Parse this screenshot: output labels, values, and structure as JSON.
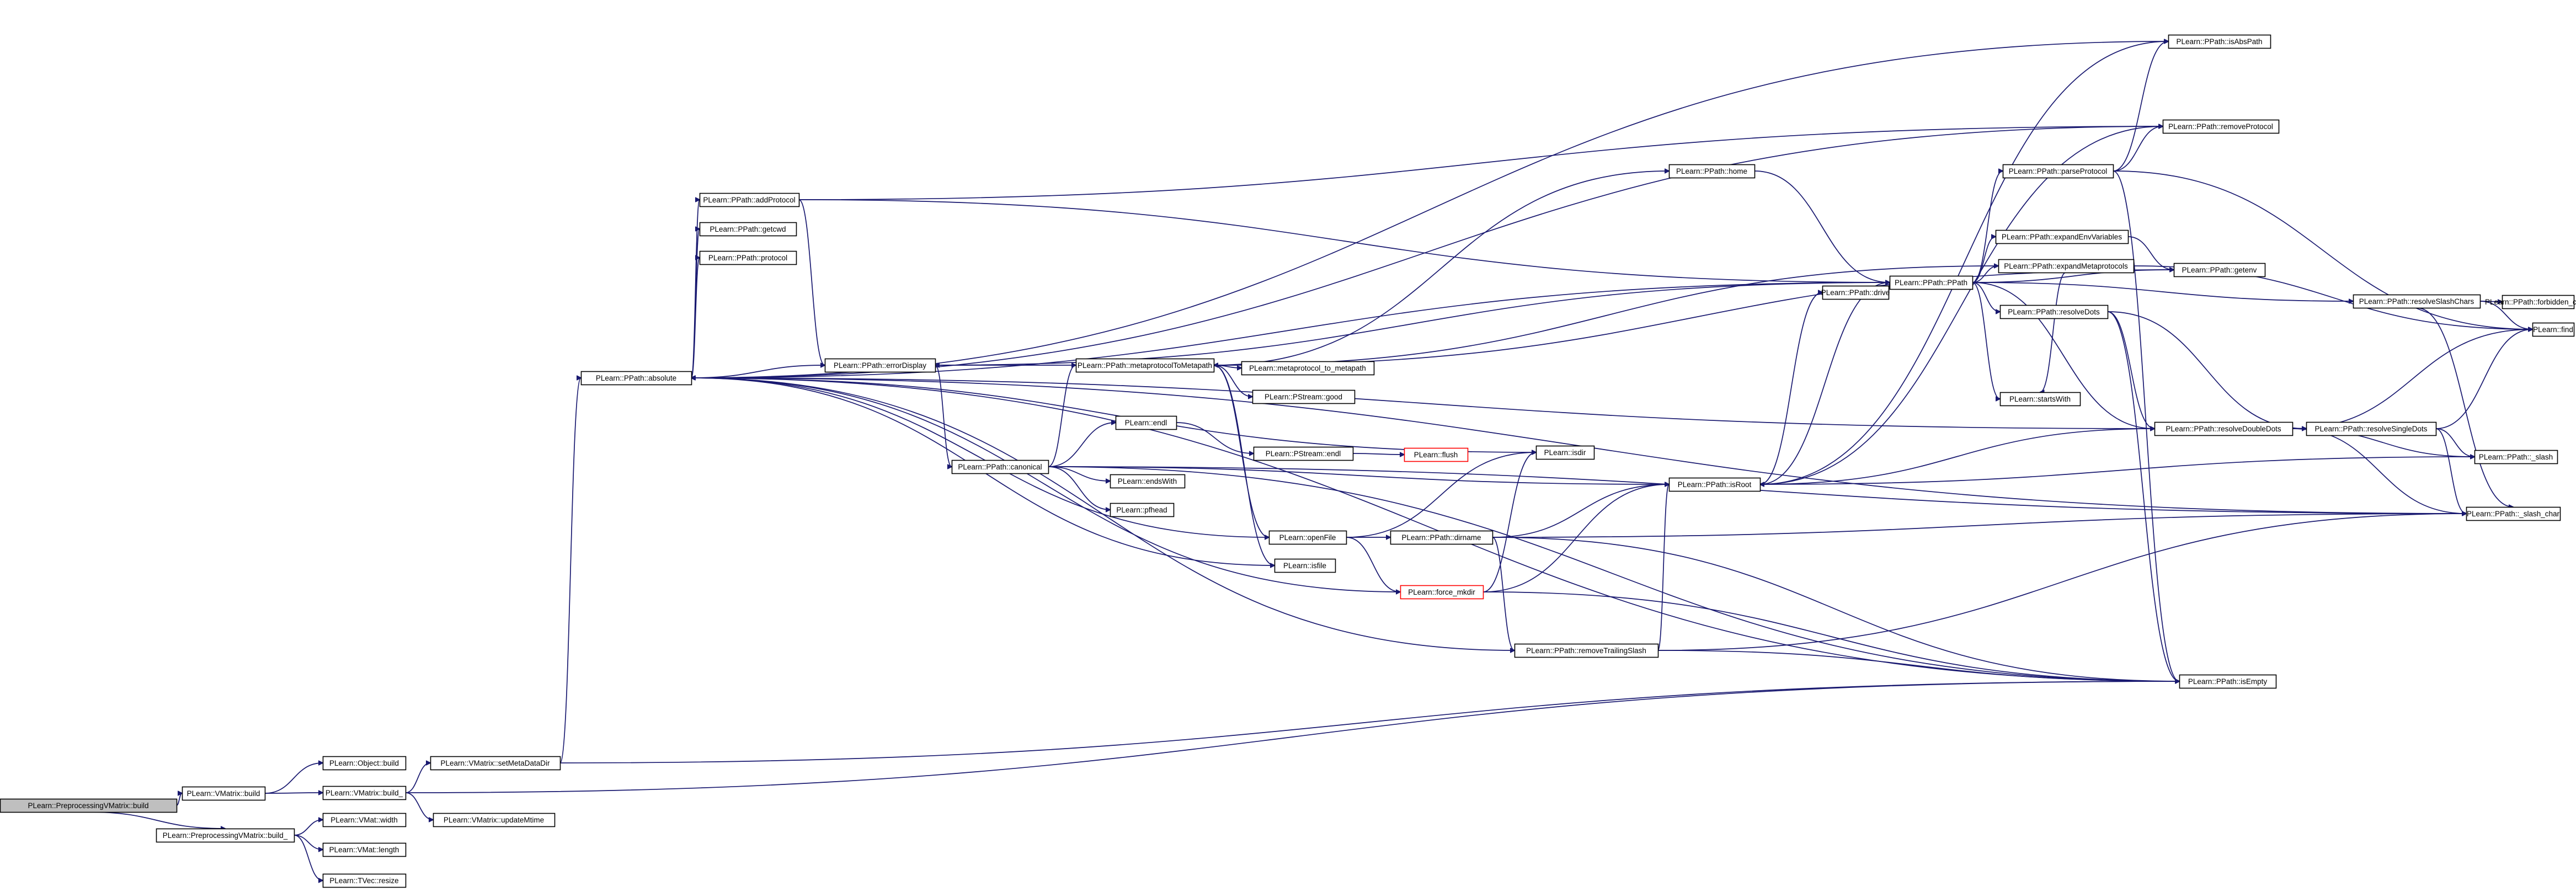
{
  "colors": {
    "edge": "#191970",
    "root_fill": "#bfbfbf",
    "highlight_border": "#ff0000",
    "node_border": "#000000",
    "node_fill": "#ffffff"
  },
  "nodes": {
    "root": "PLearn::PreprocessingVMatrix::build",
    "vmatrix_build": "PLearn::VMatrix::build",
    "preproc_build_": "PLearn::PreprocessingVMatrix::build_",
    "object_build": "PLearn::Object::build",
    "vmatrix_build_": "PLearn::VMatrix::build_",
    "vmat_width": "PLearn::VMat::width",
    "vmat_length": "PLearn::VMat::length",
    "tvec_resize": "PLearn::TVec::resize",
    "setmetadatadir": "PLearn::VMatrix::setMetaDataDir",
    "updatemtime": "PLearn::VMatrix::updateMtime",
    "absolute": "PLearn::PPath::absolute",
    "addprotocol": "PLearn::PPath::addProtocol",
    "getcwd": "PLearn::PPath::getcwd",
    "protocol": "PLearn::PPath::protocol",
    "errordisplay": "PLearn::PPath::errorDisplay",
    "canonical": "PLearn::PPath::canonical",
    "metaprotocoltometapath": "PLearn::PPath::metaprotocolToMetapath",
    "metaprotocol_to_metapath": "PLearn::metaprotocol_to_metapath",
    "pstream_good": "PLearn::PStream::good",
    "endl": "PLearn::endl",
    "pstream_endl": "PLearn::PStream::endl",
    "flush": "PLearn::flush",
    "endswith": "PLearn::endsWith",
    "pfhead": "PLearn::pfhead",
    "openfile": "PLearn::openFile",
    "isfile": "PLearn::isfile",
    "force_mkdir": "PLearn::force_mkdir",
    "isdir": "PLearn::isdir",
    "dirname": "PLearn::PPath::dirname",
    "removetrailingslash": "PLearn::PPath::removeTrailingSlash",
    "home": "PLearn::PPath::home",
    "drive": "PLearn::PPath::drive",
    "isroot": "PLearn::PPath::isRoot",
    "ppath": "PLearn::PPath::PPath",
    "expandenvvariables": "PLearn::PPath::expandEnvVariables",
    "expandmetaprotocols": "PLearn::PPath::expandMetaprotocols",
    "resolvedots": "PLearn::PPath::resolveDots",
    "startswith": "PLearn::startsWith",
    "parseprotocol": "PLearn::PPath::parseProtocol",
    "isabspath": "PLearn::PPath::isAbsPath",
    "removeprotocol": "PLearn::PPath::removeProtocol",
    "getenv": "PLearn::PPath::getenv",
    "resolvedoubledots": "PLearn::PPath::resolveDoubleDots",
    "resolvesingledots": "PLearn::PPath::resolveSingleDots",
    "resolveslashchars": "PLearn::PPath::resolveSlashChars",
    "forbidden_chars": "PLearn::PPath::forbidden_chars",
    "find": "PLearn::find",
    "slash": "PLearn::PPath::_slash",
    "slash_char": "PLearn::PPath::_slash_char",
    "isempty": "PLearn::PPath::isEmpty"
  }
}
